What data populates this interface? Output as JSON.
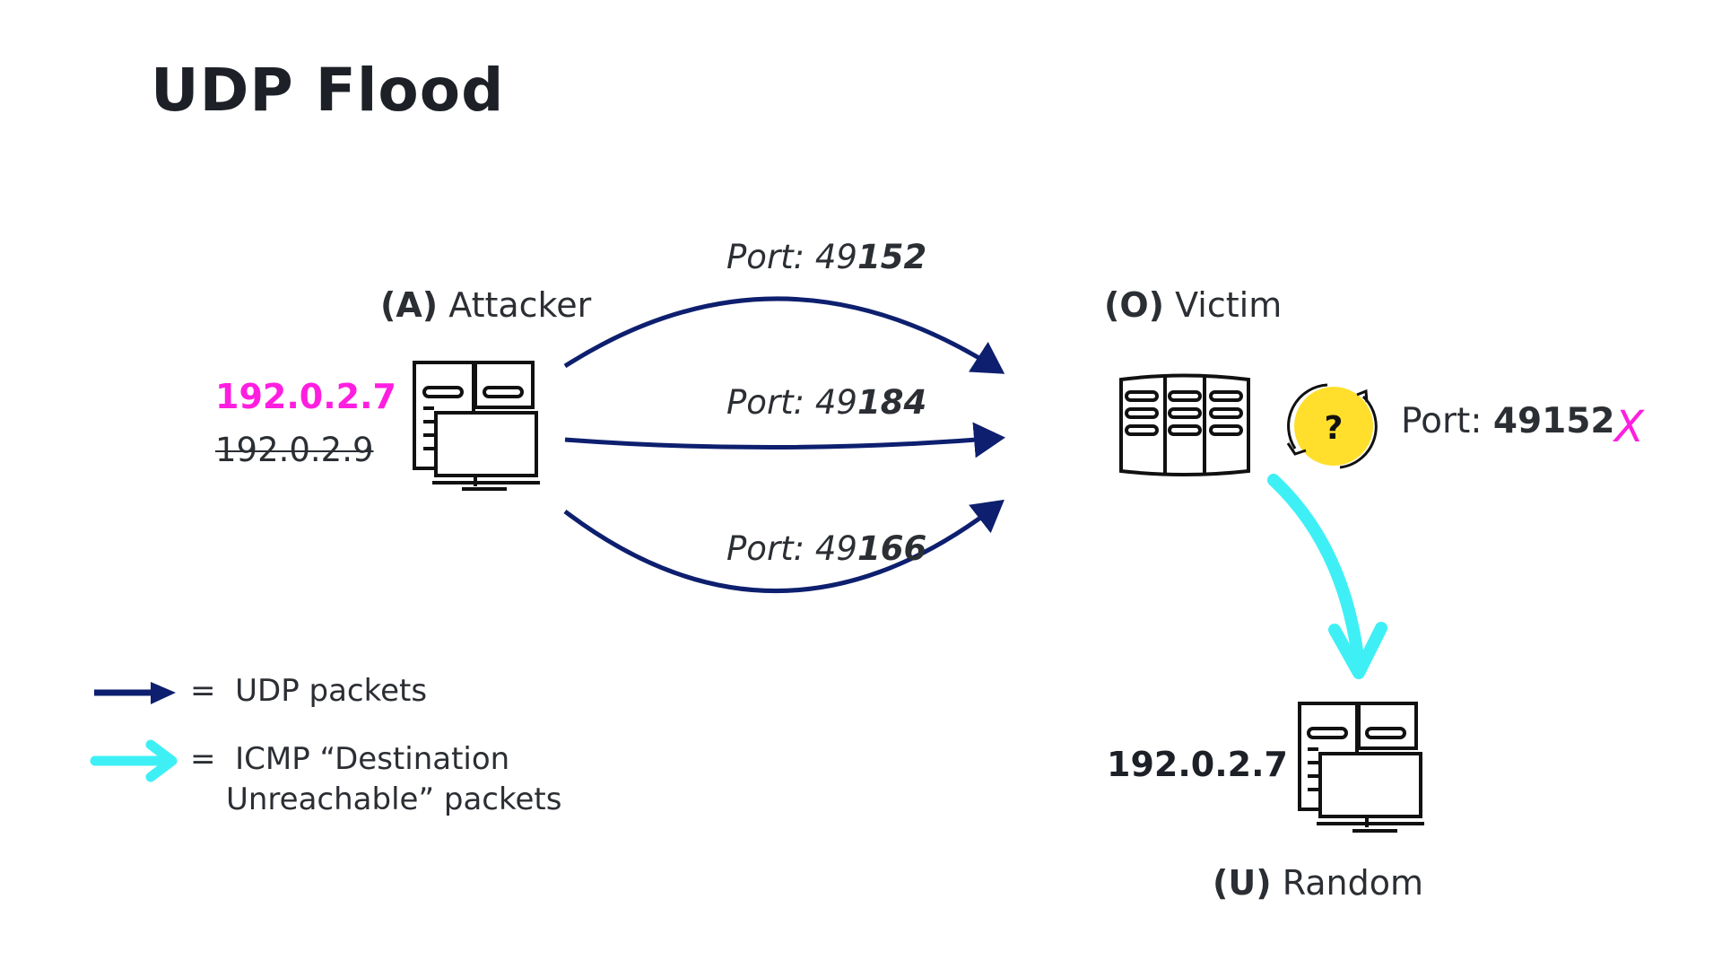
{
  "title": "UDP Flood",
  "colors": {
    "udp_arrow": "#0d1f6e",
    "icmp_arrow": "#3ef0f5",
    "spoofed_ip": "#ff1ee0",
    "reject_mark": "#ff1ee0",
    "question_circle": "#ffdf2b"
  },
  "attacker": {
    "tag": "(A)",
    "name": "Attacker",
    "spoofed_ip": "192.0.2.7",
    "real_ip": "192.0.2.9",
    "icon": "desktop-computer-icon"
  },
  "victim": {
    "tag": "(O)",
    "name": "Victim",
    "icon": "server-rack-icon",
    "status_icon": "question-refresh-icon",
    "status_symbol": "?",
    "port_prefix": "Port:",
    "port_value": "49152",
    "reject_symbol": "X"
  },
  "random_host": {
    "tag": "(U)",
    "name": "Random",
    "ip": "192.0.2.7",
    "icon": "desktop-computer-icon"
  },
  "udp_flows": [
    {
      "prefix": "Port: 49",
      "suffix": "152"
    },
    {
      "prefix": "Port: 49",
      "suffix": "184"
    },
    {
      "prefix": "Port: 49",
      "suffix": "166"
    }
  ],
  "legend": [
    {
      "symbol": "=",
      "label": "UDP packets",
      "icon": "udp-arrow-icon"
    },
    {
      "symbol": "=",
      "label_line1": "ICMP “Destination",
      "label_line2": "Unreachable” packets",
      "icon": "icmp-arrow-icon"
    }
  ]
}
